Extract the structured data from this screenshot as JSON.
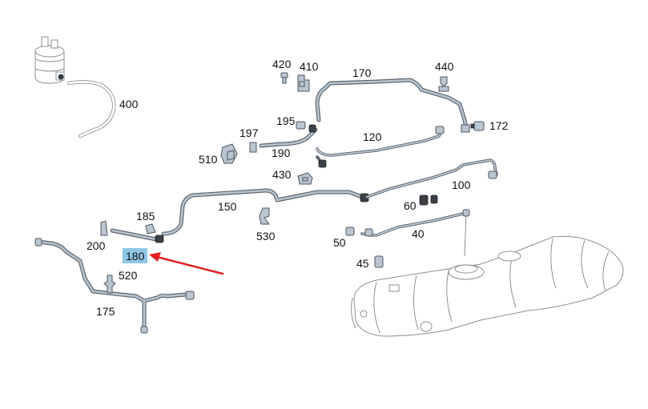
{
  "highlight": {
    "label": "180",
    "box_color": "#8fc6e6",
    "arrow_color": "#e02020"
  },
  "labels": [
    {
      "id": "400",
      "text": "400"
    },
    {
      "id": "420",
      "text": "420"
    },
    {
      "id": "410",
      "text": "410"
    },
    {
      "id": "170",
      "text": "170"
    },
    {
      "id": "440",
      "text": "440"
    },
    {
      "id": "172",
      "text": "172"
    },
    {
      "id": "195",
      "text": "195"
    },
    {
      "id": "197",
      "text": "197"
    },
    {
      "id": "120",
      "text": "120"
    },
    {
      "id": "190",
      "text": "190"
    },
    {
      "id": "510",
      "text": "510"
    },
    {
      "id": "430",
      "text": "430"
    },
    {
      "id": "100",
      "text": "100"
    },
    {
      "id": "150",
      "text": "150"
    },
    {
      "id": "185",
      "text": "185"
    },
    {
      "id": "60",
      "text": "60"
    },
    {
      "id": "200",
      "text": "200"
    },
    {
      "id": "530",
      "text": "530"
    },
    {
      "id": "40",
      "text": "40"
    },
    {
      "id": "50",
      "text": "50"
    },
    {
      "id": "520",
      "text": "520"
    },
    {
      "id": "45",
      "text": "45"
    },
    {
      "id": "175",
      "text": "175"
    }
  ]
}
